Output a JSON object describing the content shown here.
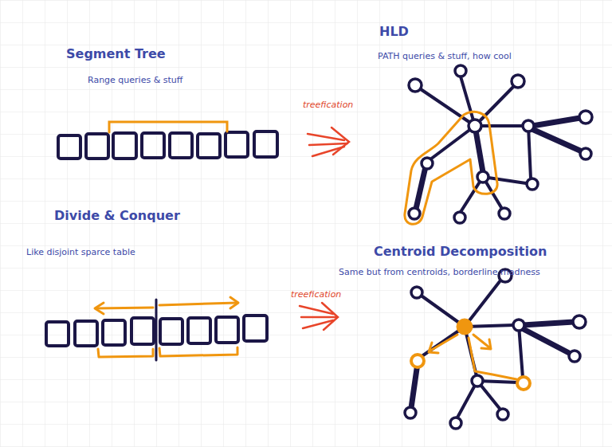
{
  "diagram": {
    "labels": [
      "HLD",
      "Segment Tree",
      "PATH queries & stuff, how cool",
      "Range queries & stuff",
      "treefication",
      "Divide & Conquer",
      "Like disjoint sparce table",
      "Centroid Decomposition",
      "Same but from centroids, borderline madness",
      "treefication"
    ]
  }
}
